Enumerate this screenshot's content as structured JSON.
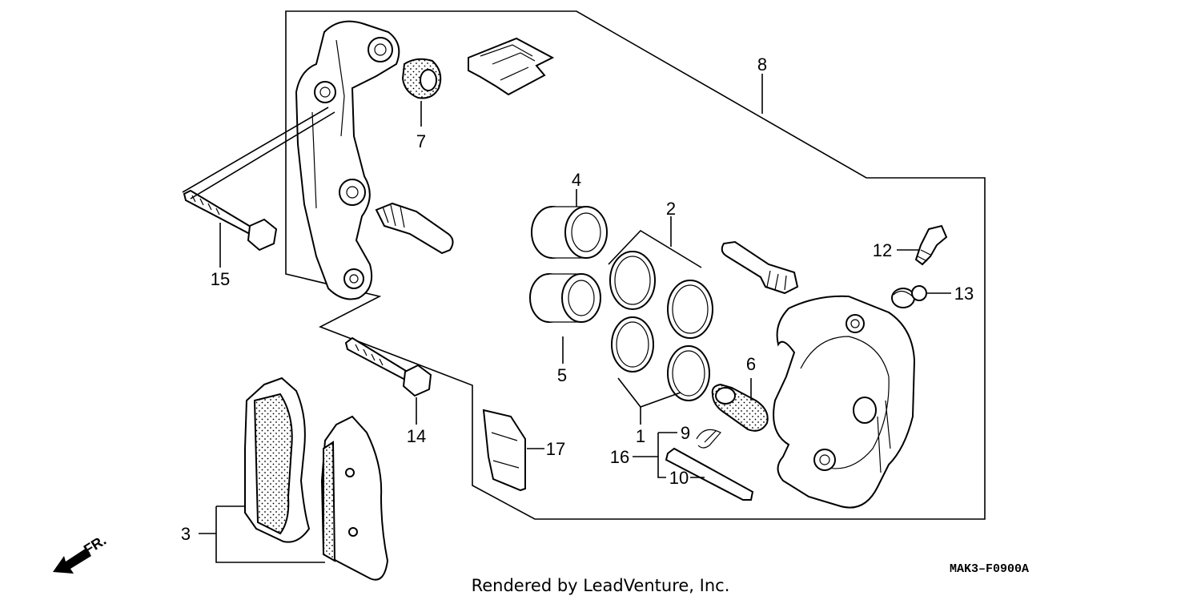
{
  "callouts": [
    {
      "id": "1",
      "label": "1"
    },
    {
      "id": "2",
      "label": "2"
    },
    {
      "id": "3",
      "label": "3"
    },
    {
      "id": "4",
      "label": "4"
    },
    {
      "id": "5",
      "label": "5"
    },
    {
      "id": "6",
      "label": "6"
    },
    {
      "id": "7",
      "label": "7"
    },
    {
      "id": "8",
      "label": "8"
    },
    {
      "id": "9",
      "label": "9"
    },
    {
      "id": "10",
      "label": "10"
    },
    {
      "id": "12",
      "label": "12"
    },
    {
      "id": "13",
      "label": "13"
    },
    {
      "id": "14",
      "label": "14"
    },
    {
      "id": "15",
      "label": "15"
    },
    {
      "id": "16",
      "label": "16"
    },
    {
      "id": "17",
      "label": "17"
    }
  ],
  "diagram_code": "MAK3–F0900A",
  "direction_label": "FR.",
  "credit": "Rendered by LeadVenture, Inc."
}
